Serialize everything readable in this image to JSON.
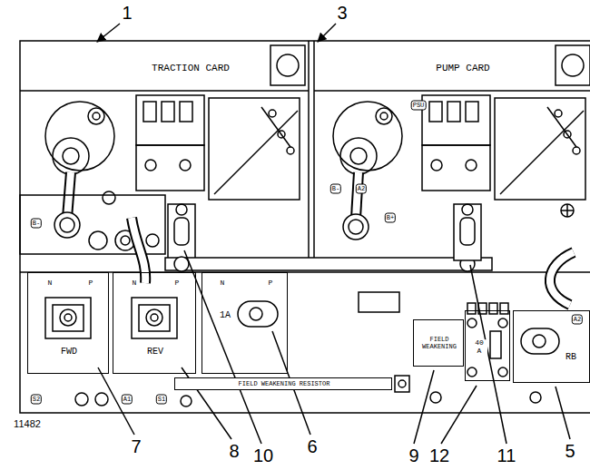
{
  "diagram": {
    "nodes": [
      {
        "text": [
          "TRACTION CARD"
        ]
      },
      {
        "text": [
          "PUMP CARD"
        ]
      },
      {
        "text": [
          "FWD"
        ]
      },
      {
        "text": [
          "REV"
        ]
      },
      {
        "text": [
          "1A"
        ]
      },
      {
        "text": [
          "FIELD WEAKENING"
        ]
      },
      {
        "text": [
          "FIELD WEAKENING RESISTOR"
        ]
      },
      {
        "text": [
          "40 A"
        ]
      },
      {
        "text": [
          "RB"
        ]
      }
    ],
    "labels": [
      "1",
      "3",
      "PSU",
      "B-",
      "A2",
      "B-",
      "B+",
      "N",
      "P",
      "N",
      "P",
      "N",
      "P",
      "S2",
      "A1",
      "S1",
      "A2",
      "11482",
      "7",
      "8",
      "10",
      "6",
      "9",
      "12",
      "11",
      "5"
    ]
  }
}
